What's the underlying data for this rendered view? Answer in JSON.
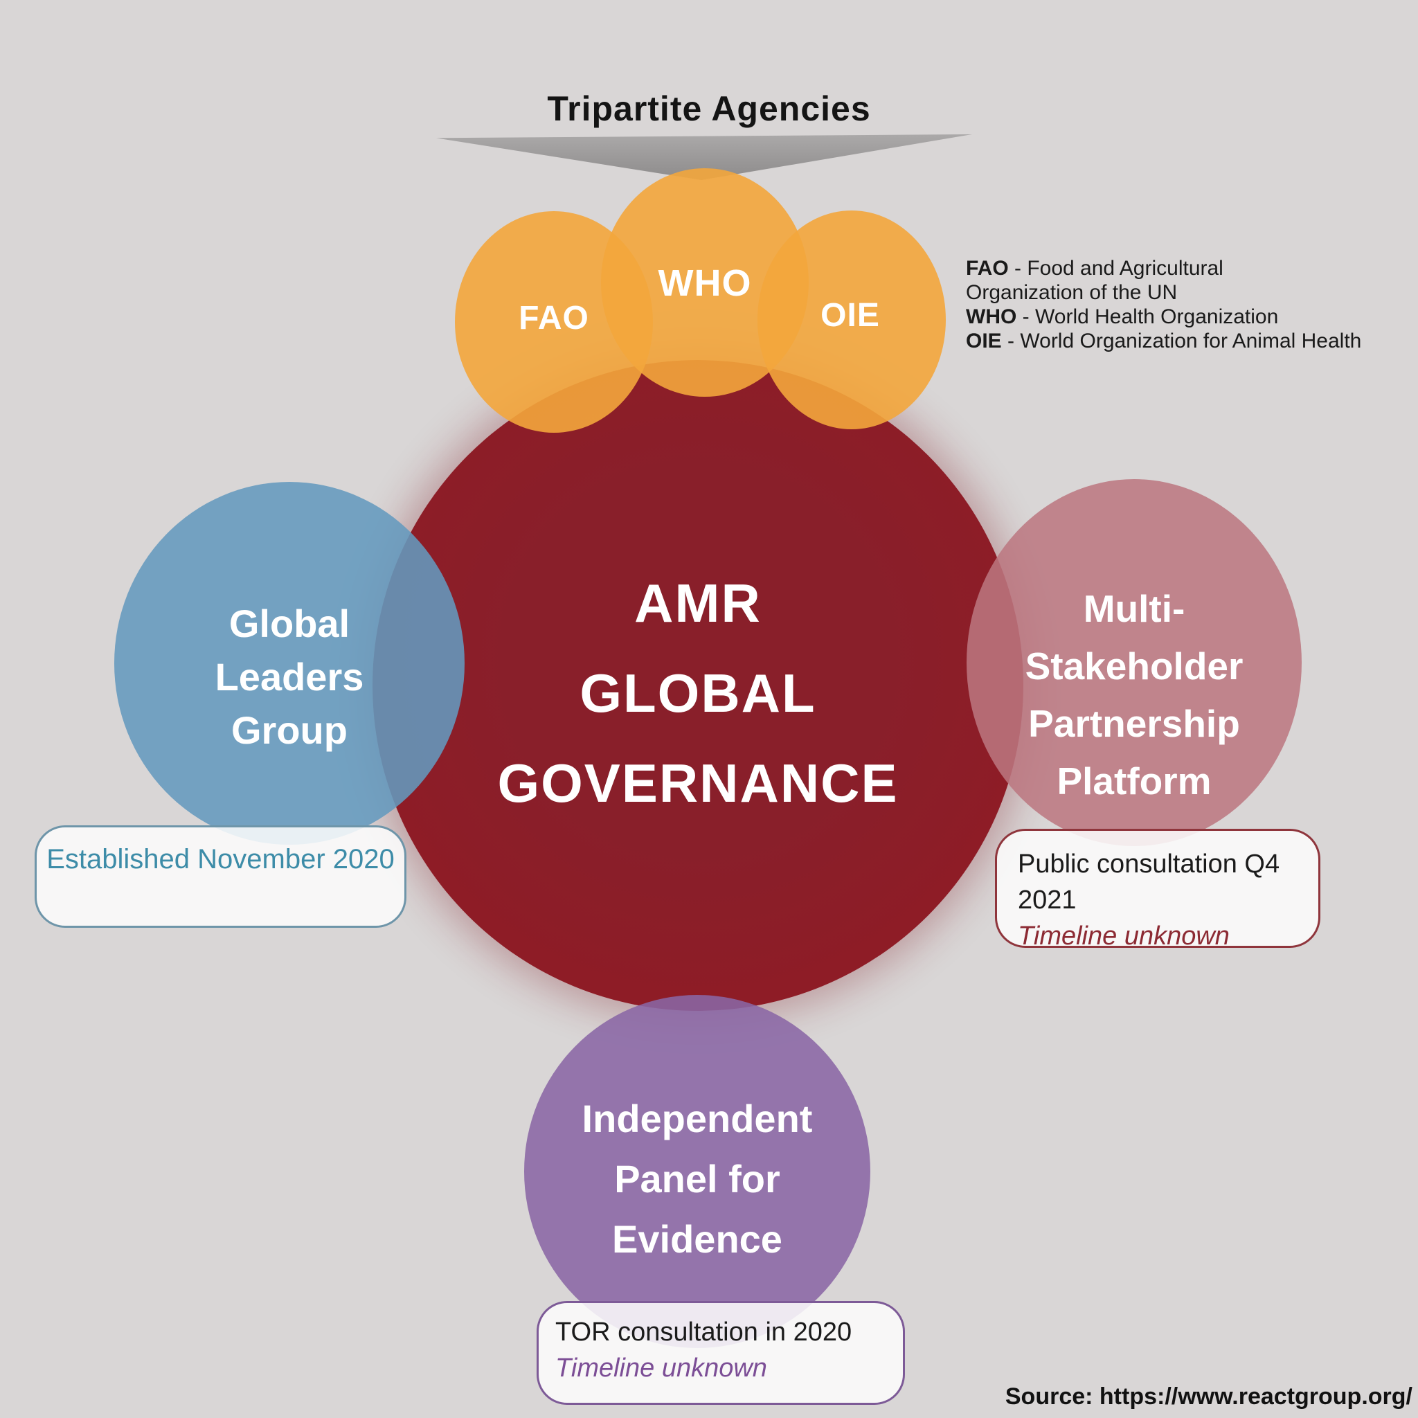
{
  "title": "Tripartite Agencies",
  "agencies": {
    "fao": "FAO",
    "who": "WHO",
    "oie": "OIE"
  },
  "legend": {
    "items": [
      {
        "abbr": "FAO",
        "line1": "- Food and Agricultural",
        "line2": "Organization of the UN"
      },
      {
        "abbr": "WHO",
        "line1": "- World Health Organization",
        "line2": ""
      },
      {
        "abbr": "OIE",
        "line1": "- World Organization for Animal Health",
        "line2": ""
      }
    ]
  },
  "center": {
    "line1": "AMR",
    "line2": "GLOBAL",
    "line3": "GOVERNANCE"
  },
  "left_group": {
    "line1": "Global",
    "line2": "Leaders",
    "line3": "Group",
    "note": "Established November 2020"
  },
  "right_group": {
    "line1": "Multi-",
    "line2": "Stakeholder",
    "line3": "Partnership",
    "line4": "Platform",
    "note1": "Public consultation Q4 2021",
    "note2": "Timeline unknown"
  },
  "bottom_group": {
    "line1": "Independent",
    "line2": "Panel for",
    "line3": "Evidence",
    "note1": "TOR consultation in 2020",
    "note2": "Timeline unknown"
  },
  "source": "Source: https://www.reactgroup.org/",
  "colors": {
    "background": "#D9D6D6",
    "red_circle": "#8D1D27",
    "orange_circle": "#F3A63C",
    "blue_circle": "#649ABE",
    "mauve_circle": "#BC7780",
    "purple_circle": "#8A66A5",
    "arrow_gray": "#9D9B9B",
    "left_note_text": "#3D8CA8",
    "right_note_accent": "#8C2A33",
    "bottom_note_accent": "#7C4E96"
  }
}
